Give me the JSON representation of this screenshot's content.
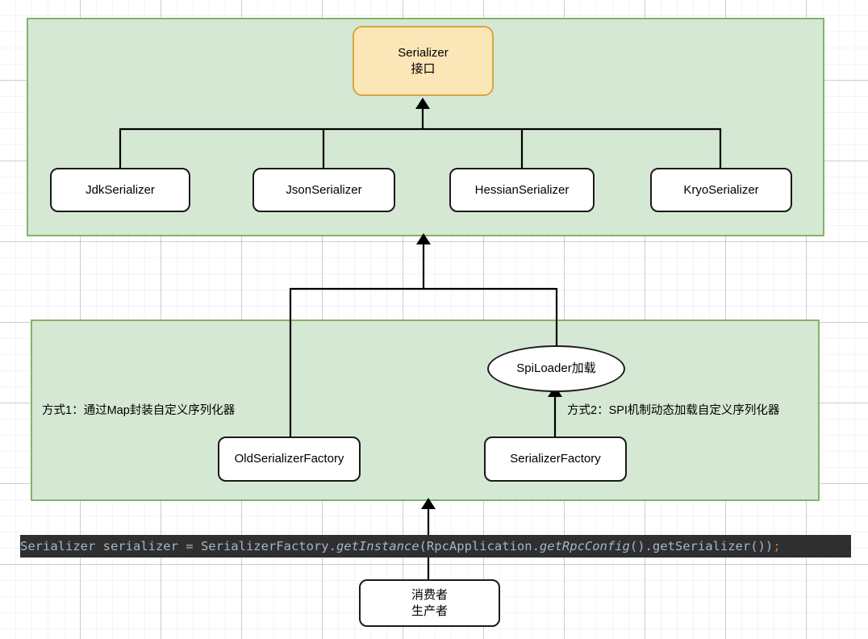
{
  "diagram": {
    "title": "Serializer architecture diagram",
    "colors": {
      "group_fill": "#d5e8d4",
      "group_border": "#85b366",
      "interface_fill": "#fbe6b7",
      "interface_border": "#d6a741",
      "node_fill": "#ffffff",
      "node_border": "#1a1a1a",
      "code_bg": "#2f2f2f",
      "code_fg": "#a4b6cd",
      "code_accent": "#cc7832"
    },
    "interface_node": {
      "line1": "Serializer",
      "line2": "接口"
    },
    "implementations": [
      {
        "label": "JdkSerializer"
      },
      {
        "label": "JsonSerializer"
      },
      {
        "label": "HessianSerializer"
      },
      {
        "label": "KryoSerializer"
      }
    ],
    "spi_loader": {
      "label": "SpiLoader加载"
    },
    "factories": [
      {
        "label": "OldSerializerFactory"
      },
      {
        "label": "SerializerFactory"
      }
    ],
    "annotations": [
      {
        "text": "方式1：通过Map封装自定义序列化器"
      },
      {
        "text": "方式2：SPI机制动态加载自定义序列化器"
      }
    ],
    "code_line": {
      "seg1": "Serializer serializer = SerializerFactory.",
      "seg2_italic": "getInstance",
      "seg3": "(RpcApplication.",
      "seg4_italic": "getRpcConfig",
      "seg5": "().getSerializer())",
      "seg6_semicolon": ";",
      "full": "Serializer serializer = SerializerFactory.getInstance(RpcApplication.getRpcConfig().getSerializer());"
    },
    "consumer_producer": {
      "line1": "消费者",
      "line2": "生产者"
    }
  }
}
